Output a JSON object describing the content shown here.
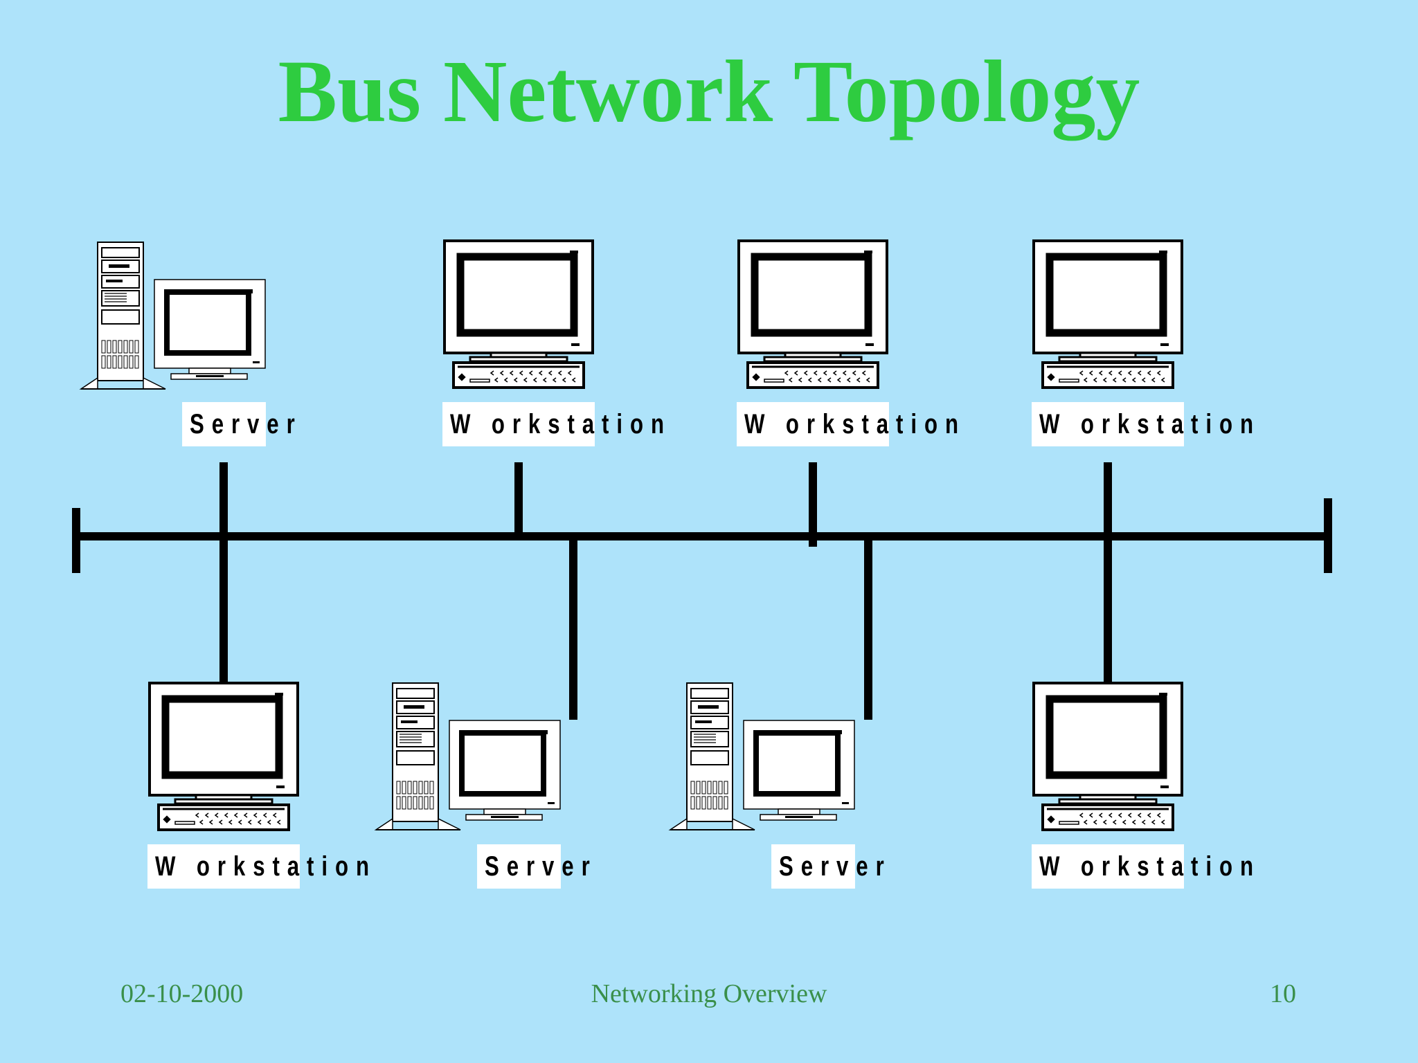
{
  "title": "Bus Network Topology",
  "colors": {
    "background": "#aee3fa",
    "title": "#2ecc40",
    "footer": "#3a8f4a",
    "bus_line": "#000000",
    "label_bg": "#ffffff"
  },
  "nodes": [
    {
      "label": "Server",
      "type": "server",
      "row": "top",
      "icon": "server-computer-icon"
    },
    {
      "label": "W orkstation",
      "type": "workstation",
      "row": "top",
      "icon": "workstation-computer-icon"
    },
    {
      "label": "W orkstation",
      "type": "workstation",
      "row": "top",
      "icon": "workstation-computer-icon"
    },
    {
      "label": "W orkstation",
      "type": "workstation",
      "row": "top",
      "icon": "workstation-computer-icon"
    },
    {
      "label": "W orkstation",
      "type": "workstation",
      "row": "bottom",
      "icon": "workstation-computer-icon"
    },
    {
      "label": "Server",
      "type": "server",
      "row": "bottom",
      "icon": "server-computer-icon"
    },
    {
      "label": "Server",
      "type": "server",
      "row": "bottom",
      "icon": "server-computer-icon"
    },
    {
      "label": "W orkstation",
      "type": "workstation",
      "row": "bottom",
      "icon": "workstation-computer-icon"
    }
  ],
  "footer": {
    "date": "02-10-2000",
    "center": "Networking Overview",
    "page": "10"
  }
}
